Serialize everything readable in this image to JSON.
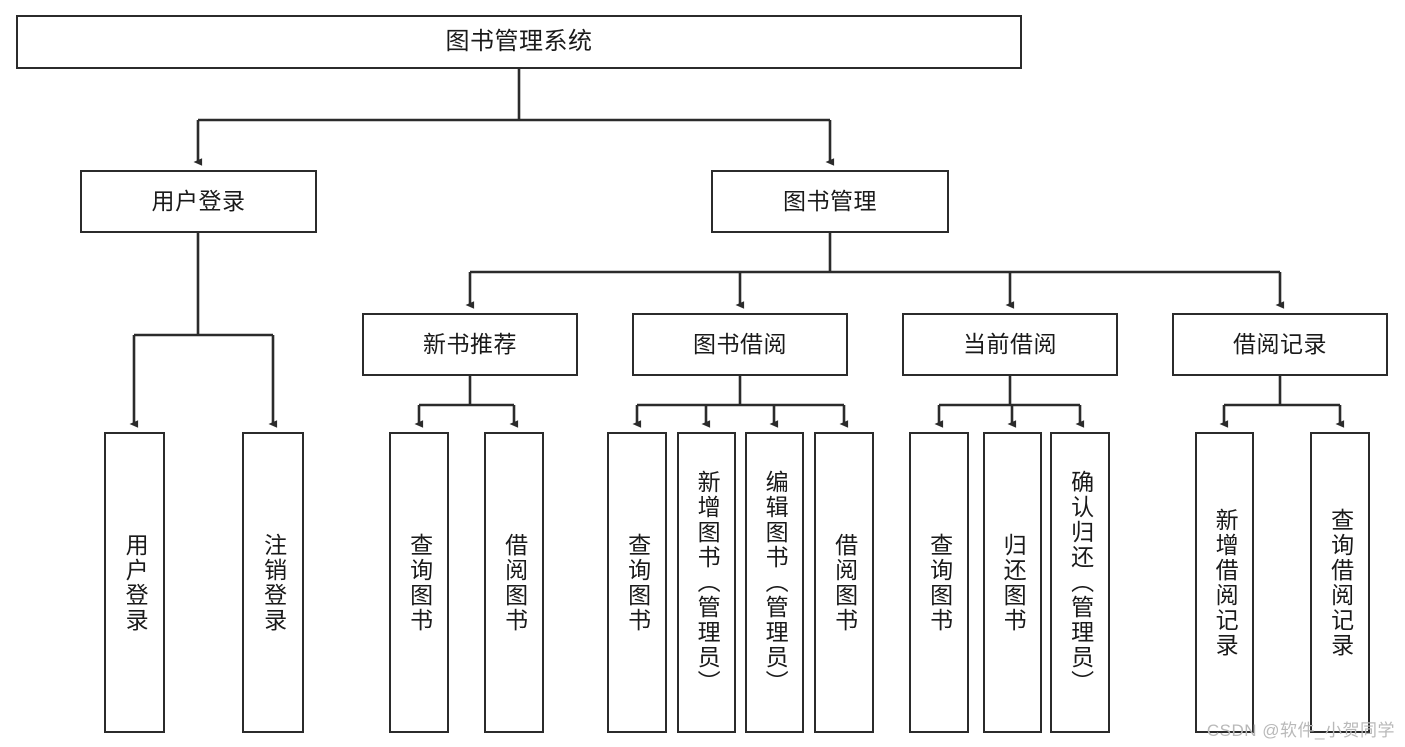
{
  "diagram": {
    "title": "图书管理系统",
    "type": "tree-hierarchy",
    "orientation": "top-down",
    "colors": {
      "node_border": "#2b2b2b",
      "node_fill": "#ffffff",
      "connector": "#2b2b2b",
      "text": "#1a1a1a",
      "watermark": "#b9b9b9",
      "background": "#ffffff"
    }
  },
  "nodes": {
    "root": {
      "label": "图书管理系统"
    },
    "level2": [
      {
        "label": "用户登录"
      },
      {
        "label": "图书管理"
      }
    ],
    "level3": [
      {
        "label": "新书推荐"
      },
      {
        "label": "图书借阅"
      },
      {
        "label": "当前借阅"
      },
      {
        "label": "借阅记录"
      }
    ],
    "leaves": {
      "user_login": [
        {
          "label": "用户登录"
        },
        {
          "label": "注销登录"
        }
      ],
      "new_book_recommend": [
        {
          "label": "查询图书"
        },
        {
          "label": "借阅图书"
        }
      ],
      "book_borrow": [
        {
          "label": "查询图书"
        },
        {
          "label": "新增图书（管理员）"
        },
        {
          "label": "编辑图书（管理员）"
        },
        {
          "label": "借阅图书"
        }
      ],
      "current_borrow": [
        {
          "label": "查询图书"
        },
        {
          "label": "归还图书"
        },
        {
          "label": "确认归还（管理员）"
        }
      ],
      "borrow_record": [
        {
          "label": "新增借阅记录"
        },
        {
          "label": "查询借阅记录"
        }
      ]
    }
  },
  "watermark": {
    "text": "CSDN @软件_小贺同学"
  }
}
